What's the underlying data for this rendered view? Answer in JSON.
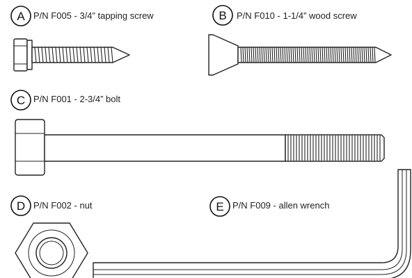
{
  "parts": [
    {
      "letter": "A",
      "label": "P/N F005 - 3/4” tapping screw"
    },
    {
      "letter": "B",
      "label": "P/N F010 - 1-1/4” wood screw"
    },
    {
      "letter": "C",
      "label": "P/N F001 - 2-3/4”  bolt"
    },
    {
      "letter": "D",
      "label": "P/N F002 - nut"
    },
    {
      "letter": "E",
      "label": "P/N F009 - allen wrench"
    }
  ]
}
